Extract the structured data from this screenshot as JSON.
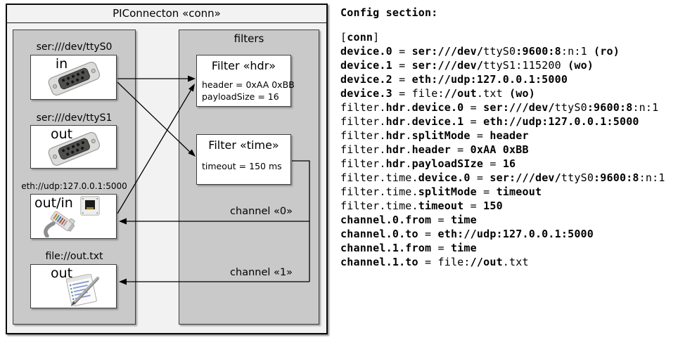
{
  "diagram": {
    "title": "PIConnecton «conn»",
    "filters_title": "filters",
    "devices": [
      {
        "label": "ser:///dev/ttyS0",
        "direction": "in",
        "icon": "serial-connector-icon"
      },
      {
        "label": "ser:///dev/ttyS1",
        "direction": "out",
        "icon": "serial-connector-icon"
      },
      {
        "label": "eth://udp:127.0.0.1:5000",
        "direction": "out/in",
        "icon": "ethernet-jack-icon"
      },
      {
        "label": "file://out.txt",
        "direction": "out",
        "icon": "notepad-icon"
      }
    ],
    "filters": [
      {
        "title": "Filter «hdr»",
        "props": [
          "header = 0xAA 0xBB",
          "payloadSize = 16"
        ]
      },
      {
        "title": "Filter «time»",
        "props": [
          "timeout = 150 ms"
        ]
      }
    ],
    "channels": [
      {
        "label": "channel «0»"
      },
      {
        "label": "channel «1»"
      }
    ],
    "colors": {
      "outer_bg": "#f2f2f2",
      "group_bg": "#c9c9c9",
      "box_bg": "#ffffff",
      "border": "#3f3f3f",
      "line": "#000000"
    }
  },
  "config": {
    "heading": "Config section:",
    "lines": [
      [
        {
          "t": "[",
          "b": false
        },
        {
          "t": "conn",
          "b": true
        },
        {
          "t": "]",
          "b": false
        }
      ],
      [
        {
          "t": "device.0",
          "b": true
        },
        {
          "t": " = ",
          "b": false
        },
        {
          "t": "ser:///dev/",
          "b": true
        },
        {
          "t": "ttyS0",
          "b": false
        },
        {
          "t": ":9600:8",
          "b": true
        },
        {
          "t": ":n:1 ",
          "b": false
        },
        {
          "t": "(ro)",
          "b": true
        }
      ],
      [
        {
          "t": "device.1",
          "b": true
        },
        {
          "t": " = ",
          "b": false
        },
        {
          "t": "ser:///dev/",
          "b": true
        },
        {
          "t": "ttyS1:115200 ",
          "b": false
        },
        {
          "t": "(wo)",
          "b": true
        }
      ],
      [
        {
          "t": "device.2",
          "b": true
        },
        {
          "t": " = ",
          "b": false
        },
        {
          "t": "eth://udp:127.0.0.1:5000",
          "b": true
        }
      ],
      [
        {
          "t": "device.3",
          "b": true
        },
        {
          "t": " = ",
          "b": false
        },
        {
          "t": "file:",
          "b": false
        },
        {
          "t": "//out",
          "b": true
        },
        {
          "t": ".txt ",
          "b": false
        },
        {
          "t": "(wo)",
          "b": true
        }
      ],
      [
        {
          "t": "filter.",
          "b": false
        },
        {
          "t": "hdr",
          "b": true
        },
        {
          "t": ".",
          "b": false
        },
        {
          "t": "device.0",
          "b": true
        },
        {
          "t": " = ",
          "b": false
        },
        {
          "t": "ser:///dev/",
          "b": true
        },
        {
          "t": "ttyS0",
          "b": false
        },
        {
          "t": ":9600:8",
          "b": true
        },
        {
          "t": ":n:1",
          "b": false
        }
      ],
      [
        {
          "t": "filter.",
          "b": false
        },
        {
          "t": "hdr",
          "b": true
        },
        {
          "t": ".",
          "b": false
        },
        {
          "t": "device.1",
          "b": true
        },
        {
          "t": " = ",
          "b": false
        },
        {
          "t": "eth://udp:127.0.0.1:5000",
          "b": true
        }
      ],
      [
        {
          "t": "filter.",
          "b": false
        },
        {
          "t": "hdr",
          "b": true
        },
        {
          "t": ".",
          "b": false
        },
        {
          "t": "splitMode",
          "b": true
        },
        {
          "t": " = ",
          "b": false
        },
        {
          "t": "header",
          "b": true
        }
      ],
      [
        {
          "t": "filter.",
          "b": false
        },
        {
          "t": "hdr",
          "b": true
        },
        {
          "t": ".",
          "b": false
        },
        {
          "t": "header",
          "b": true
        },
        {
          "t": " = ",
          "b": false
        },
        {
          "t": "0xAA 0xBB",
          "b": true
        }
      ],
      [
        {
          "t": "filter.",
          "b": false
        },
        {
          "t": "hdr",
          "b": true
        },
        {
          "t": ".",
          "b": false
        },
        {
          "t": "payloadSIze",
          "b": true
        },
        {
          "t": " = ",
          "b": false
        },
        {
          "t": "16",
          "b": true
        }
      ],
      [
        {
          "t": "filter.time.",
          "b": false
        },
        {
          "t": "device.0",
          "b": true
        },
        {
          "t": " = ",
          "b": false
        },
        {
          "t": "ser:///dev/",
          "b": true
        },
        {
          "t": "ttyS0",
          "b": false
        },
        {
          "t": ":9600:8",
          "b": true
        },
        {
          "t": ":n:1",
          "b": false
        }
      ],
      [
        {
          "t": "filter.time.",
          "b": false
        },
        {
          "t": "splitMode",
          "b": true
        },
        {
          "t": " = ",
          "b": false
        },
        {
          "t": "timeout",
          "b": true
        }
      ],
      [
        {
          "t": "filter.time.",
          "b": false
        },
        {
          "t": "timeout",
          "b": true
        },
        {
          "t": " = ",
          "b": false
        },
        {
          "t": "150",
          "b": true
        }
      ],
      [
        {
          "t": "channel.0.from",
          "b": true
        },
        {
          "t": " = ",
          "b": false
        },
        {
          "t": "time",
          "b": true
        }
      ],
      [
        {
          "t": "channel.0.to",
          "b": true
        },
        {
          "t": " = ",
          "b": false
        },
        {
          "t": "eth://udp:127.0.0.1:5000",
          "b": true
        }
      ],
      [
        {
          "t": "channel.1.from",
          "b": true
        },
        {
          "t": " = ",
          "b": false
        },
        {
          "t": "time",
          "b": true
        }
      ],
      [
        {
          "t": "channel.1.to",
          "b": true
        },
        {
          "t": " = ",
          "b": false
        },
        {
          "t": "file:",
          "b": false
        },
        {
          "t": "//out",
          "b": true
        },
        {
          "t": ".txt",
          "b": false
        }
      ]
    ]
  }
}
